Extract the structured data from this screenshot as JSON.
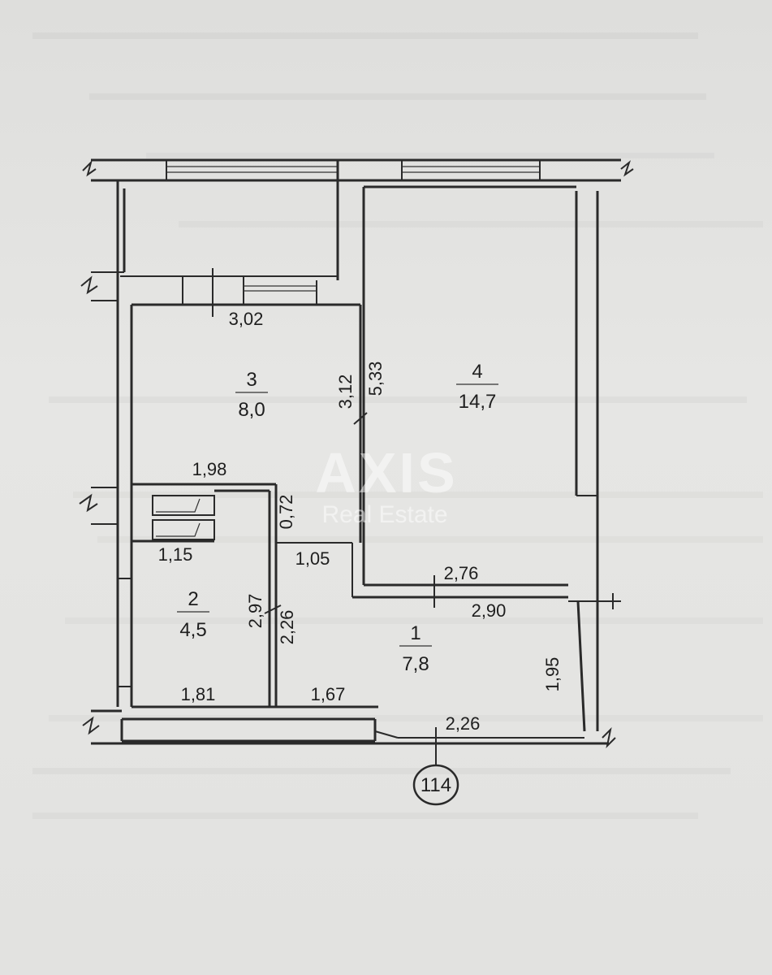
{
  "rooms": {
    "r1": {
      "number": "1",
      "area": "7,8"
    },
    "r2": {
      "number": "2",
      "area": "4,5"
    },
    "r3": {
      "number": "3",
      "area": "8,0"
    },
    "r4": {
      "number": "4",
      "area": "14,7"
    }
  },
  "dimensions": {
    "d_302": "3,02",
    "d_312": "3,12",
    "d_533": "5,33",
    "d_198": "1,98",
    "d_072": "0,72",
    "d_115": "1,15",
    "d_105": "1,05",
    "d_276": "2,76",
    "d_290": "2,90",
    "d_297": "2,97",
    "d_226v": "2,26",
    "d_181": "1,81",
    "d_167": "1,67",
    "d_195": "1,95",
    "d_226h": "2,26"
  },
  "plan_number": "114",
  "watermark": {
    "brand": "AXIS",
    "tagline": "Real Estate"
  }
}
